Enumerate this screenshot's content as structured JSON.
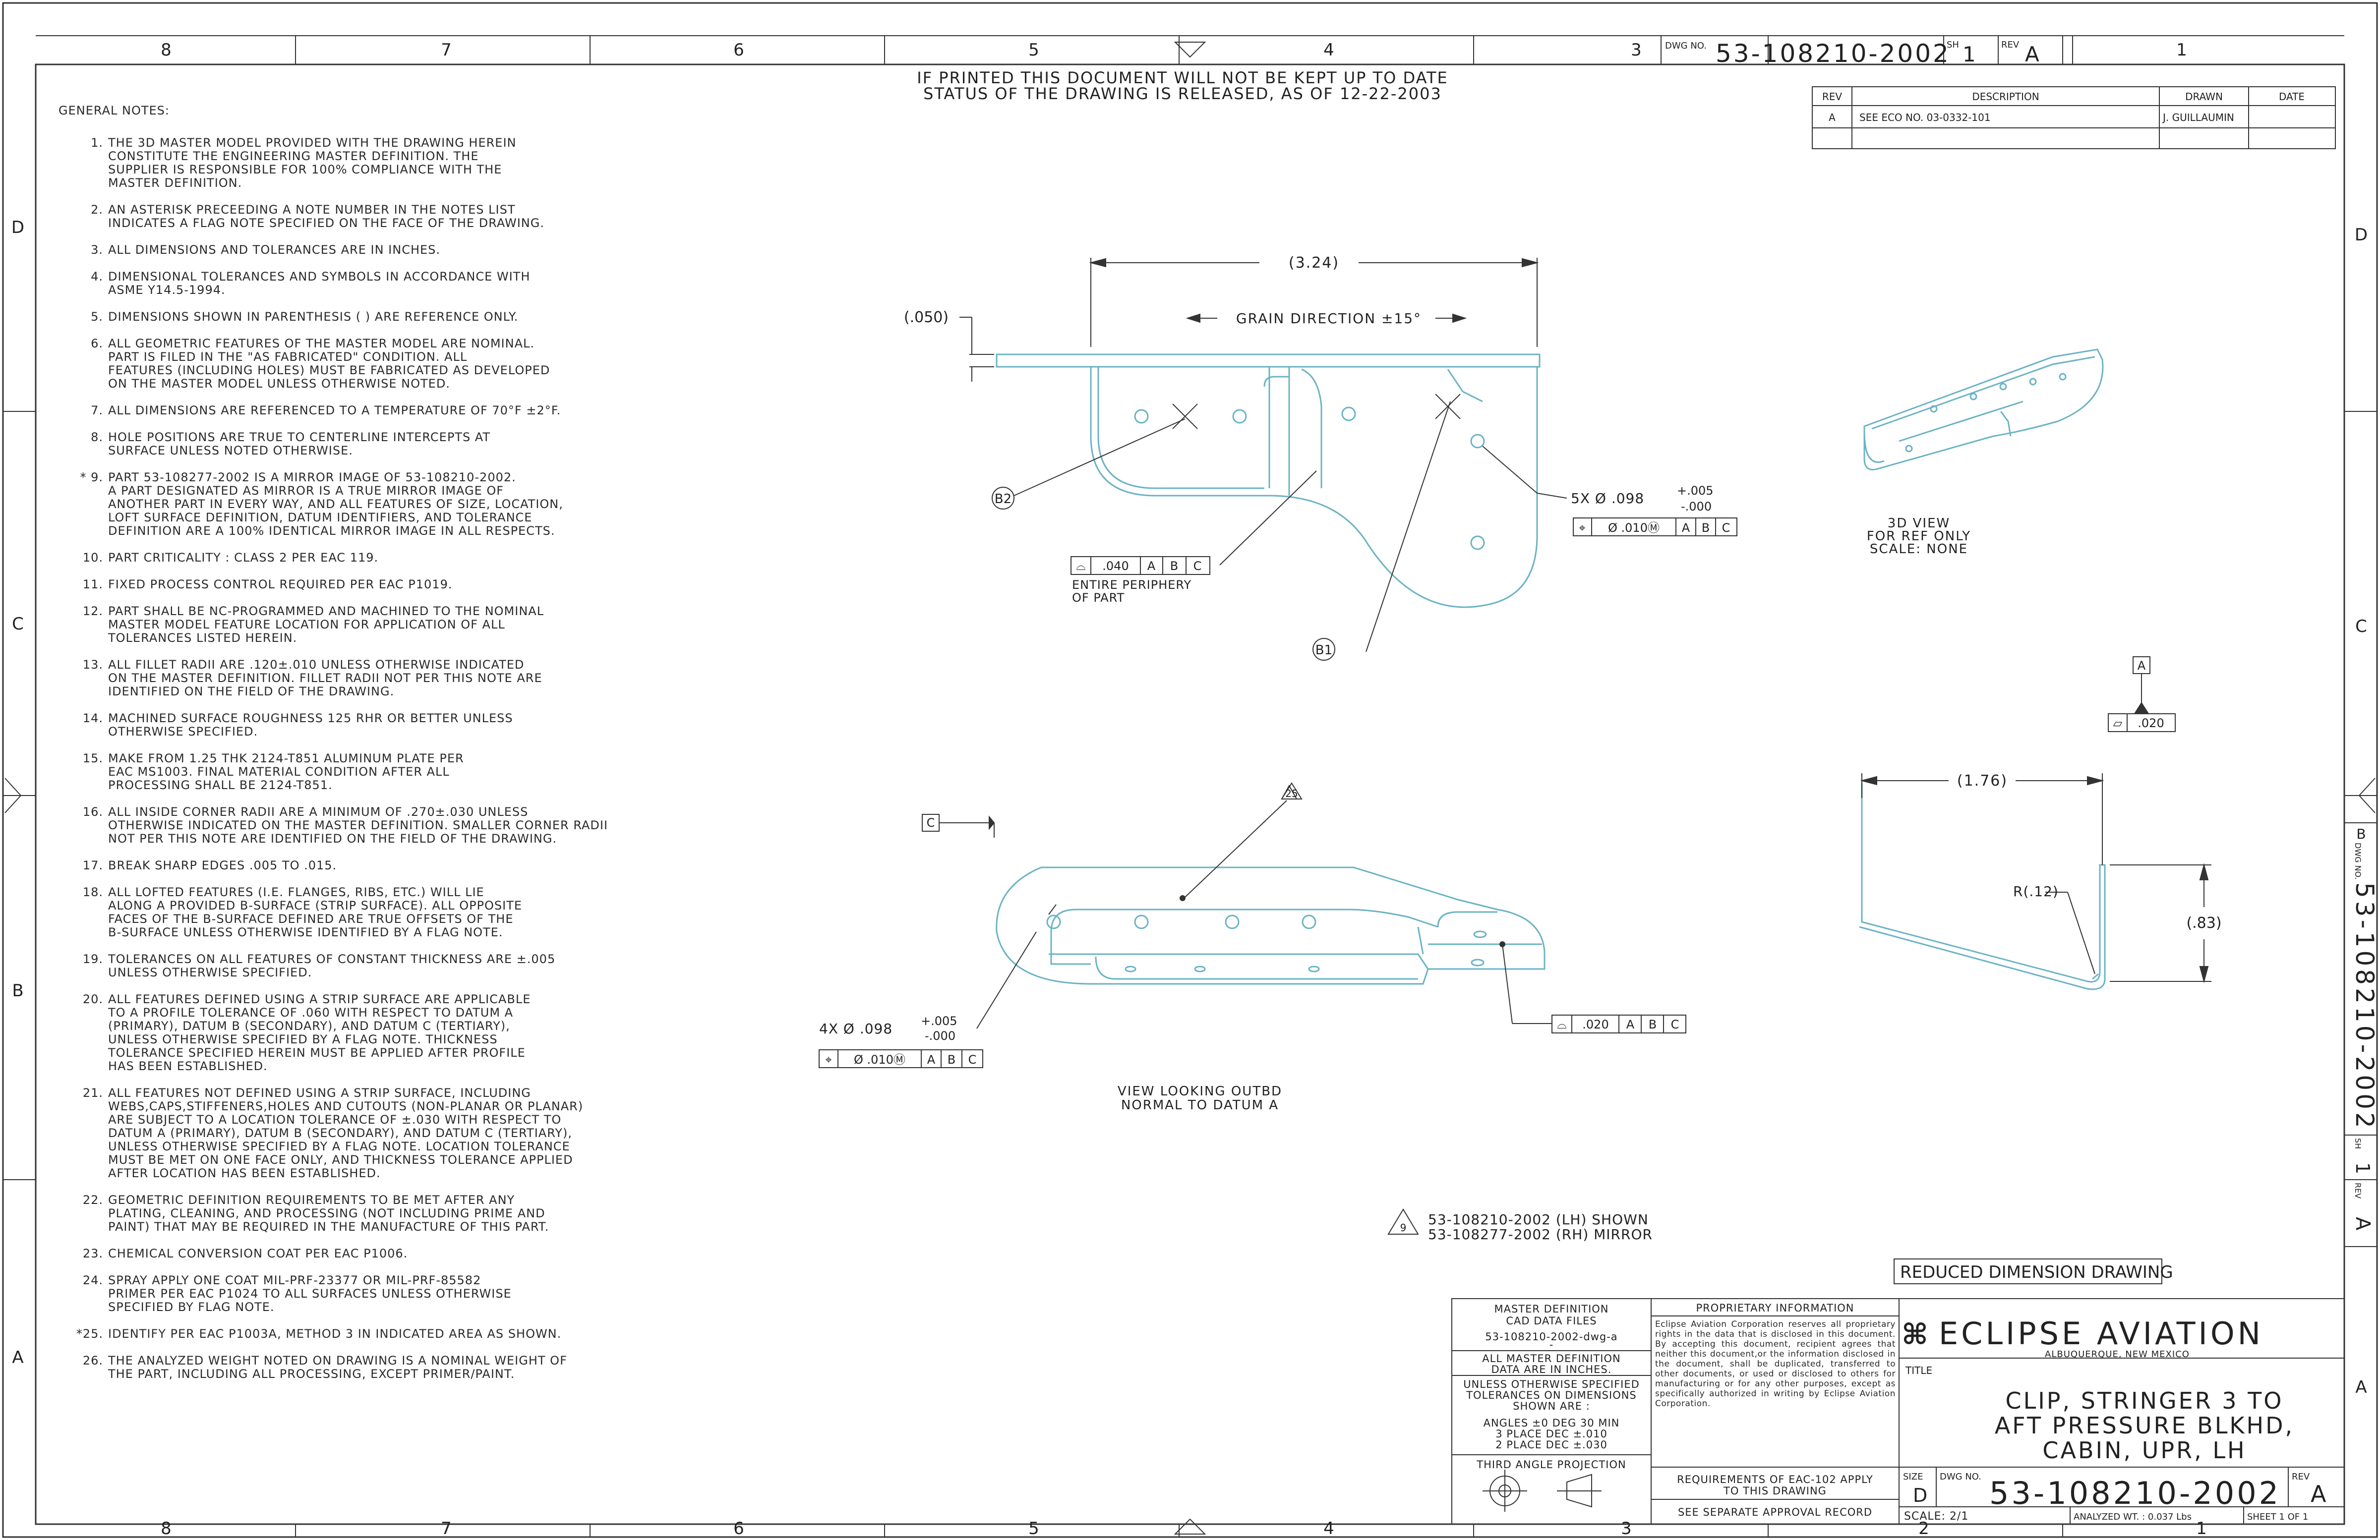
{
  "zones": {
    "columns": [
      "8",
      "7",
      "6",
      "5",
      "4",
      "3",
      "2",
      "1"
    ],
    "rows": [
      "D",
      "C",
      "B",
      "A"
    ]
  },
  "header": {
    "dwg_no_label": "DWG NO.",
    "dwg_no": "53-108210-2002",
    "sh_label": "SH",
    "sh_value": "1",
    "rev_label": "REV",
    "rev_value": "A",
    "zone_1": "1",
    "print_notice_line1": "IF PRINTED THIS DOCUMENT WILL NOT BE KEPT UP TO DATE",
    "print_notice_line2": "STATUS OF THE DRAWING IS RELEASED, AS OF 12-22-2003"
  },
  "revision_block": {
    "headers": [
      "REV",
      "DESCRIPTION",
      "DRAWN",
      "DATE"
    ],
    "rows": [
      [
        "A",
        "SEE ECO NO. 03-0332-101",
        "J. GUILLAUMIN",
        ""
      ]
    ]
  },
  "general_notes": {
    "title": "GENERAL NOTES:",
    "items": [
      {
        "num": "1.",
        "text": "THE 3D MASTER MODEL  PROVIDED  WITH THE DRAWING HEREIN\nCONSTITUTE  THE  ENGINEERING  MASTER  DEFINITION. THE\nSUPPLIER IS  RESPONSIBLE FOR  100% COMPLIANCE WITH THE\nMASTER DEFINITION."
      },
      {
        "num": "2.",
        "text": "AN ASTERISK PRECEEDING A NOTE  NUMBER IN THE NOTES LIST\nINDICATES A FLAG NOTE SPECIFIED ON THE FACE OF THE DRAWING."
      },
      {
        "num": "3.",
        "text": "ALL DIMENSIONS AND TOLERANCES ARE IN INCHES."
      },
      {
        "num": "4.",
        "text": "DIMENSIONAL TOLERANCES AND SYMBOLS IN ACCORDANCE WITH\nASME Y14.5-1994."
      },
      {
        "num": "5.",
        "text": "DIMENSIONS SHOWN IN PARENTHESIS (  ) ARE REFERENCE ONLY."
      },
      {
        "num": "6.",
        "text": "ALL GEOMETRIC FEATURES  OF  THE MASTER MODEL ARE NOMINAL.\nPART IS FILED IN  THE  \"AS FABRICATED\" CONDITION. ALL\nFEATURES (INCLUDING HOLES) MUST BE FABRICATED AS DEVELOPED\nON THE MASTER MODEL UNLESS OTHERWISE NOTED."
      },
      {
        "num": "7.",
        "text": "ALL DIMENSIONS ARE REFERENCED TO A TEMPERATURE OF 70°F ±2°F."
      },
      {
        "num": "8.",
        "text": "HOLE POSITIONS ARE TRUE TO CENTERLINE INTERCEPTS AT\nSURFACE UNLESS NOTED OTHERWISE."
      },
      {
        "num": "* 9.",
        "text": "PART 53-108277-2002 IS A MIRROR IMAGE OF 53-108210-2002.\nA PART DESIGNATED AS  MIRROR  IS A  TRUE  MIRROR  IMAGE OF\nANOTHER  PART IN EVERY WAY, AND ALL FEATURES OF SIZE, LOCATION,\nLOFT SURFACE DEFINITION, DATUM IDENTIFIERS, AND TOLERANCE\nDEFINITION ARE A 100% IDENTICAL MIRROR IMAGE IN ALL RESPECTS."
      },
      {
        "num": "10.",
        "text": "PART CRITICALITY : CLASS 2 PER EAC 119."
      },
      {
        "num": "11.",
        "text": "FIXED PROCESS CONTROL REQUIRED PER EAC P1019."
      },
      {
        "num": "12.",
        "text": "PART  SHALL  BE  NC-PROGRAMMED AND MACHINED TO THE NOMINAL\nMASTER MODEL FEATURE LOCATION FOR APPLICATION OF ALL\nTOLERANCES LISTED HEREIN."
      },
      {
        "num": "13.",
        "text": "ALL  FILLET  RADII  ARE .120±.010 UNLESS OTHERWISE INDICATED\nON THE MASTER DEFINITION. FILLET RADII NOT PER THIS NOTE ARE\nIDENTIFIED ON THE FIELD OF THE DRAWING."
      },
      {
        "num": "14.",
        "text": "MACHINED SURFACE ROUGHNESS 125 RHR OR BETTER UNLESS\nOTHERWISE SPECIFIED."
      },
      {
        "num": "15.",
        "text": "MAKE FROM 1.25 THK 2124-T851 ALUMINUM PLATE PER\nEAC MS1003. FINAL MATERIAL CONDITION AFTER ALL\nPROCESSING SHALL BE 2124-T851."
      },
      {
        "num": "16.",
        "text": "ALL INSIDE CORNER RADII ARE A MINIMUM OF .270±.030 UNLESS\nOTHERWISE INDICATED ON THE MASTER DEFINITION. SMALLER CORNER RADII\nNOT PER THIS NOTE ARE IDENTIFIED ON THE FIELD OF THE DRAWING."
      },
      {
        "num": "17.",
        "text": "BREAK SHARP EDGES .005 TO .015."
      },
      {
        "num": "18.",
        "text": "ALL LOFTED FEATURES (I.E. FLANGES, RIBS, ETC.)  WILL  LIE\nALONG A PROVIDED  B-SURFACE (STRIP SURFACE).  ALL  OPPOSITE\nFACES OF THE B-SURFACE  DEFINED  ARE  TRUE  OFFSETS  OF  THE\nB-SURFACE UNLESS OTHERWISE IDENTIFIED BY A FLAG NOTE."
      },
      {
        "num": "19.",
        "text": "TOLERANCES ON ALL FEATURES OF CONSTANT THICKNESS ARE ±.005\nUNLESS OTHERWISE SPECIFIED."
      },
      {
        "num": "20.",
        "text": "ALL FEATURES DEFINED USING A STRIP SURFACE ARE APPLICABLE\nTO A PROFILE TOLERANCE OF .060 WITH RESPECT TO DATUM A\n(PRIMARY), DATUM B (SECONDARY), AND DATUM C (TERTIARY),\nUNLESS OTHERWISE SPECIFIED BY A FLAG NOTE.  THICKNESS\nTOLERANCE SPECIFIED HEREIN MUST BE APPLIED AFTER PROFILE\nHAS BEEN ESTABLISHED."
      },
      {
        "num": "21.",
        "text": "ALL FEATURES NOT DEFINED USING A STRIP SURFACE, INCLUDING\nWEBS,CAPS,STIFFENERS,HOLES AND CUTOUTS  (NON-PLANAR OR PLANAR)\nARE SUBJECT TO A LOCATION TOLERANCE OF ±.030 WITH RESPECT TO\nDATUM A (PRIMARY), DATUM B (SECONDARY), AND DATUM C (TERTIARY),\nUNLESS OTHERWISE SPECIFIED BY A FLAG NOTE.  LOCATION TOLERANCE\nMUST BE MET ON ONE FACE ONLY, AND THICKNESS TOLERANCE APPLIED\nAFTER LOCATION HAS BEEN ESTABLISHED."
      },
      {
        "num": "22.",
        "text": "GEOMETRIC DEFINITION REQUIREMENTS TO BE MET AFTER ANY\nPLATING, CLEANING, AND PROCESSING (NOT INCLUDING PRIME AND\nPAINT) THAT MAY BE REQUIRED IN THE MANUFACTURE OF THIS PART."
      },
      {
        "num": "23.",
        "text": "CHEMICAL CONVERSION COAT PER EAC P1006."
      },
      {
        "num": "24.",
        "text": "SPRAY APPLY ONE COAT MIL-PRF-23377 OR MIL-PRF-85582\nPRIMER PER EAC P1024 TO ALL SURFACES UNLESS OTHERWISE\nSPECIFIED BY FLAG NOTE."
      },
      {
        "num": "*25.",
        "text": "IDENTIFY PER EAC P1003A, METHOD 3 IN INDICATED AREA AS SHOWN."
      },
      {
        "num": "26.",
        "text": "THE ANALYZED WEIGHT NOTED ON DRAWING IS A NOMINAL WEIGHT OF\nTHE PART, INCLUDING ALL PROCESSING, EXCEPT PRIMER/PAINT."
      }
    ]
  },
  "top_view": {
    "dim_length": "(3.24)",
    "grain": "GRAIN DIRECTION ±15°",
    "dim_thk": "(.050)",
    "datum_b2": "B2",
    "datum_b1": "B1",
    "hole_callout": "5X Ø .098",
    "hole_tol_plus": "+.005",
    "hole_tol_minus": "-.000",
    "hole_fcf": [
      "⌖",
      "Ø .010Ⓜ",
      "A",
      "B",
      "C"
    ],
    "profile_fcf": [
      "⌓",
      ".040",
      "A",
      "B",
      "C"
    ],
    "profile_note_1": "ENTIRE PERIPHERY",
    "profile_note_2": "OF PART"
  },
  "view_3d": {
    "line1": "3D VIEW",
    "line2": "FOR REF ONLY",
    "line3": "SCALE: NONE"
  },
  "side_view": {
    "datum_a": "A",
    "flatness": [
      "⏥",
      ".020"
    ],
    "dim_width": "(1.76)",
    "dim_height": "(.83)",
    "radius": "R(.12)"
  },
  "bottom_view": {
    "datum_c": "C",
    "flag_25": "25",
    "hole_callout": "4X Ø .098",
    "hole_tol_plus": "+.005",
    "hole_tol_minus": "-.000",
    "hole_fcf": [
      "⌖",
      "Ø .010Ⓜ",
      "A",
      "B",
      "C"
    ],
    "profile_fcf": [
      "⌓",
      ".020",
      "A",
      "B",
      "C"
    ],
    "caption_1": "VIEW LOOKING OUTBD",
    "caption_2": "NORMAL TO DATUM A"
  },
  "flag_note": {
    "flag": "9",
    "line1": "53-108210-2002 (LH) SHOWN",
    "line2": "53-108277-2002 (RH) MIRROR"
  },
  "title_block": {
    "reduced": "REDUCED DIMENSION DRAWING",
    "master_def_1": "MASTER DEFINITION",
    "master_def_2": "CAD DATA FILES",
    "master_file": "53-108210-2002-dwg-a",
    "master_dash": "-",
    "inches_1": "ALL MASTER DEFINITION",
    "inches_2": "DATA ARE IN INCHES.",
    "tol_1": "UNLESS OTHERWISE SPECIFIED",
    "tol_2": "TOLERANCES ON DIMENSIONS",
    "tol_3": "SHOWN ARE :",
    "tol_angles": "ANGLES ±0 DEG 30 MIN",
    "tol_3dec": "3 PLACE DEC    ±.010",
    "tol_2dec": "2 PLACE DEC    ±.030",
    "projection": "THIRD ANGLE PROJECTION",
    "prop_title": "PROPRIETARY INFORMATION",
    "prop_text": "Eclipse Aviation Corporation reserves all proprietary rights in the data that is disclosed in this document. By accepting this document, recipient agrees that neither this document,or the information disclosed in the document, shall be duplicated, transferred to other documents, or used or disclosed to others for manufacturing or for any other purposes, except as specifically authorized in writing by Eclipse Aviation Corporation.",
    "req_1": "REQUIREMENTS OF EAC-102 APPLY",
    "req_2": "TO THIS DRAWING",
    "approval": "SEE SEPARATE APPROVAL RECORD",
    "company": "ECLIPSE AVIATION",
    "location": "ALBUQUERQUE, NEW MEXICO",
    "title_label": "TITLE",
    "title_1": "CLIP, STRINGER 3 TO",
    "title_2": "AFT PRESSURE BLKHD,",
    "title_3": "CABIN, UPR, LH",
    "size_label": "SIZE",
    "size_value": "D",
    "dwg_label": "DWG NO.",
    "dwg_no": "53-108210-2002",
    "rev_label": "REV",
    "rev_value": "A",
    "scale": "SCALE: 2/1",
    "weight": "ANALYZED WT. : 0.037 Lbs",
    "sheet": "SHEET 1 OF 1"
  },
  "side_strip": {
    "zone_b": "B",
    "dwg_label": "DWG NO.",
    "dwg_no": "53-108210-2002",
    "sh_label": "SH",
    "sh_value": "1",
    "rev_label": "REV",
    "rev_value": "A"
  },
  "colors": {
    "border": "#333333",
    "geometry": "#6ab3c4",
    "text": "#2a2a2a"
  }
}
